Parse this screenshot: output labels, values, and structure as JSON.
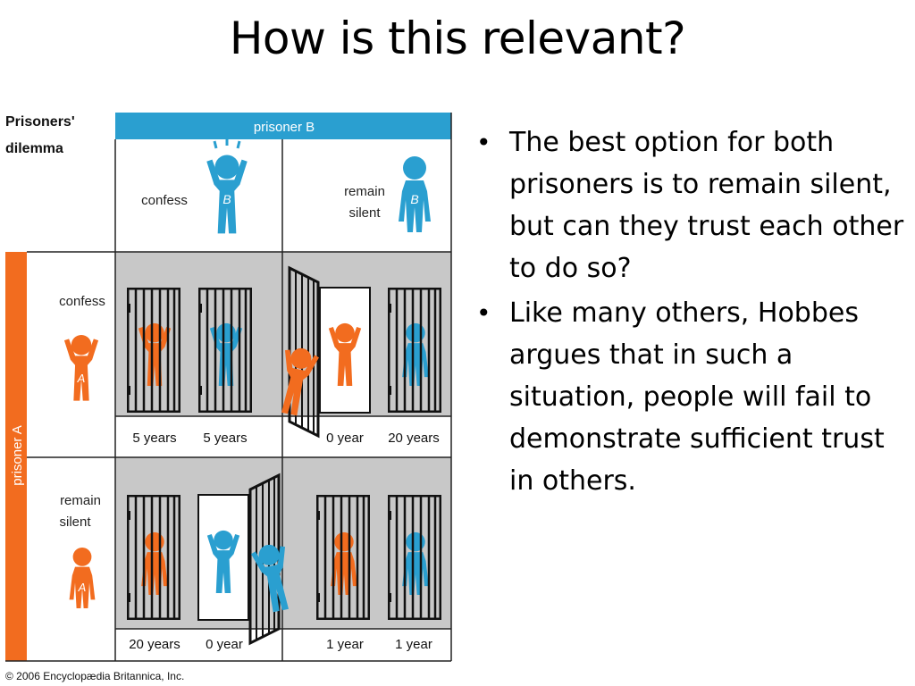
{
  "slide": {
    "title": "How is this relevant?"
  },
  "diagram": {
    "heading_line1": "Prisoners'",
    "heading_line2": "dilemma",
    "prisoner_b_header": "prisoner B",
    "prisoner_a_header": "prisoner A",
    "col_confess": "confess",
    "col_silent_line1": "remain",
    "col_silent_line2": "silent",
    "row_confess": "confess",
    "row_silent_line1": "remain",
    "row_silent_line2": "silent",
    "badge_a": "A",
    "badge_b": "B",
    "outcomes": {
      "cc_a": "5 years",
      "cc_b": "5 years",
      "cs_a": "0 year",
      "cs_b": "20 years",
      "sc_a": "20 years",
      "sc_b": "0 year",
      "ss_a": "1 year",
      "ss_b": "1 year"
    },
    "copyright": "© 2006 Encyclopædia Britannica, Inc.",
    "colors": {
      "blue": "#2a9fd0",
      "orange": "#f26c1f",
      "gray": "#c8c8c8"
    }
  },
  "bullets": [
    "The best option for both prisoners is to remain silent, but can they trust each other to do so?",
    "Like many others, Hobbes argues that in such a situation, people will fail to demonstrate sufficient trust in others."
  ]
}
